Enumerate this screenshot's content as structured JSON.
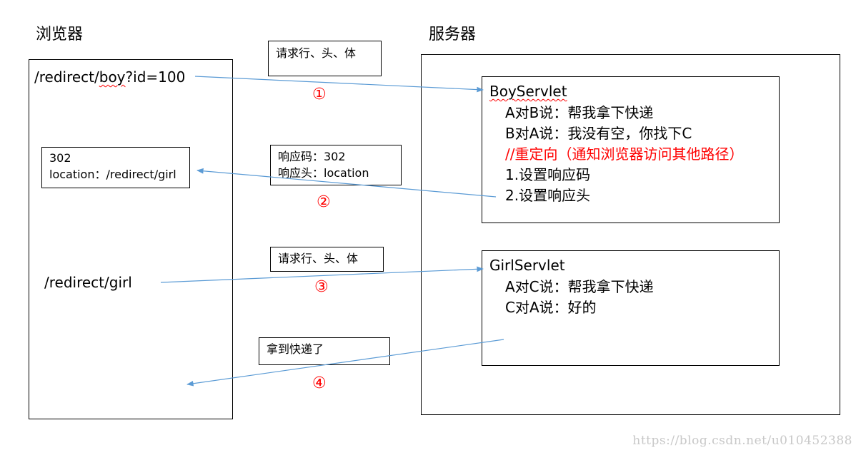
{
  "browser": {
    "title": "浏览器",
    "url1_prefix": "/redirect/",
    "url1_word": "boy",
    "url1_suffix": "?id=100",
    "url2": "/redirect/girl"
  },
  "server": {
    "title": "服务器"
  },
  "boy_servlet": {
    "title": "BoyServlet",
    "lines": [
      "A对B说：帮我拿下快递",
      "B对A说：我没有空，你找下C"
    ],
    "comment": "//重定向（通知浏览器访问其他路径）",
    "steps": [
      "1.设置响应码",
      "2.设置响应头"
    ]
  },
  "girl_servlet": {
    "title": "GirlServlet",
    "lines": [
      "A对C说：帮我拿下快递",
      "C对A说：好的"
    ]
  },
  "notes": {
    "request1": "请求行、头、体",
    "response_code": "响应码：302",
    "response_header": "响应头：location",
    "browser_received_code": "302",
    "browser_received_location": "location：/redirect/girl",
    "request2": "请求行、头、体",
    "got_delivery": "拿到快递了"
  },
  "steps": [
    "①",
    "②",
    "③",
    "④"
  ],
  "colors": {
    "arrow": "#5b9bd5",
    "accent_red": "#ff0000",
    "border": "#000000"
  },
  "watermark": "https://blog.csdn.net/u010452388"
}
